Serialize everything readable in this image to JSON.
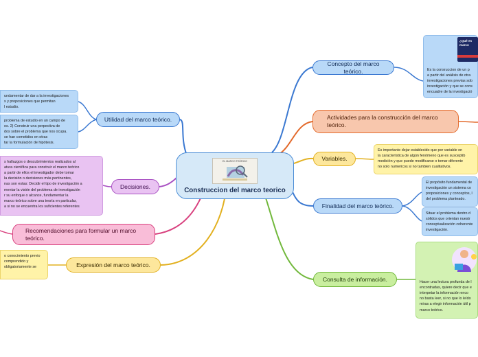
{
  "central": {
    "title": "Construccion del marco teorico",
    "image_caption": "EL MARCO TEÓRICO"
  },
  "branches": {
    "concepto": {
      "label": "Concepto del marco teórico.",
      "note": [
        "Es la consruccion de un p",
        "a partir del análisis de otra",
        "investigaciones previas sob",
        "investigación y que se cons",
        "encuadre de la investigació"
      ],
      "book_text": [
        "¿Qué es",
        "marco"
      ]
    },
    "actividades": {
      "label": "Actividades para la construcción del marco teórico."
    },
    "variables": {
      "label": "Variables.",
      "note": [
        "Es importante dejar establecido que por variable en",
        "la característica de algún fenómeno que es susceptib",
        "medición y que puede modificarse o tomar diferente",
        "no solo numericos si no tambien cualitativos."
      ]
    },
    "finalidad": {
      "label": "Finalidad del marco teórico.",
      "note1": [
        "El propósito fundamental de",
        "investigación un sistema co",
        "proposiciones y conceptos, l",
        "del problema planteado."
      ],
      "note2": [
        "Situar el problema dentro d",
        "sólidos que orientan nuestr",
        "conceptualización coherente",
        "investigación."
      ]
    },
    "consulta": {
      "label": "Consulta de información.",
      "note": [
        "Hacer una lectura profunda de l",
        "encontradas, quiere decir que e",
        "interpetar la información enco",
        "no basta leer, si no que lo leído",
        "miras a elegir información útil p",
        "marco teórico."
      ]
    },
    "utilidad": {
      "label": "Utilidad del marco teórico.",
      "note1": [
        "undamentar de dar a la investigaciones",
        "s y proposiciones que permitan",
        "l estudio."
      ],
      "note2": [
        "problema de estudio en un campo de",
        "os. 2) Construir una perpectiva de",
        "dos sobre el problema que nos ocupa.",
        "se han cometidos en otras",
        "tar la formulación de hipótesis."
      ]
    },
    "decisiones": {
      "label": "Decisiones.",
      "note": [
        "s hallazgos o descubrimientos realizados al",
        "atura científica para construir el marco teórico",
        "a partir de ellos el investigador debe tomar",
        "la decisión o decisiones más pertinentes,",
        "nas son estas: Decidir el tipo de investigación a",
        "mentar la visión del problema de investigación",
        "r su enfoque o alcance, fundamentar la",
        "marco teórico sobre una teoría en particular,",
        "a si no se encuentra los suficientes referentes"
      ]
    },
    "recomendaciones": {
      "label": "Recomendaciones para formular un marco teórico."
    },
    "expresion": {
      "label": "Expresión del marco teórico.",
      "note": [
        "o conocimiento previo",
        "comprendido y",
        "obligatoriamente se"
      ]
    }
  },
  "colors": {
    "blue": "#3a78d1",
    "orange": "#e36a2c",
    "yellow": "#e2b01f",
    "green": "#71b83b",
    "purple": "#a84fc2",
    "pink": "#d8407e"
  }
}
